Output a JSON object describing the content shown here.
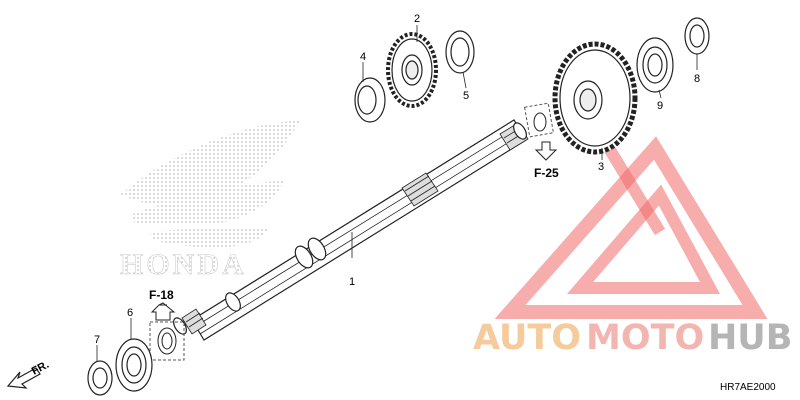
{
  "diagram": {
    "callouts": [
      {
        "id": "1",
        "label": "1"
      },
      {
        "id": "2",
        "label": "2"
      },
      {
        "id": "3",
        "label": "3"
      },
      {
        "id": "4",
        "label": "4"
      },
      {
        "id": "5",
        "label": "5"
      },
      {
        "id": "6",
        "label": "6"
      },
      {
        "id": "7",
        "label": "7"
      },
      {
        "id": "8",
        "label": "8"
      },
      {
        "id": "9",
        "label": "9"
      }
    ],
    "ref_f18": "F-18",
    "ref_f25": "F-25",
    "front_label": "FR.",
    "diagram_code": "HR7AE2000",
    "brand_mark": "HONDA",
    "watermark": {
      "auto": "AUTO",
      "moto": "MOTO",
      "hub": "HUB",
      "colors": {
        "auto": "#f4c28a",
        "moto": "#f2a9a3",
        "hub": "#a9a9a9",
        "triangle": "#ef4f4f"
      }
    }
  }
}
